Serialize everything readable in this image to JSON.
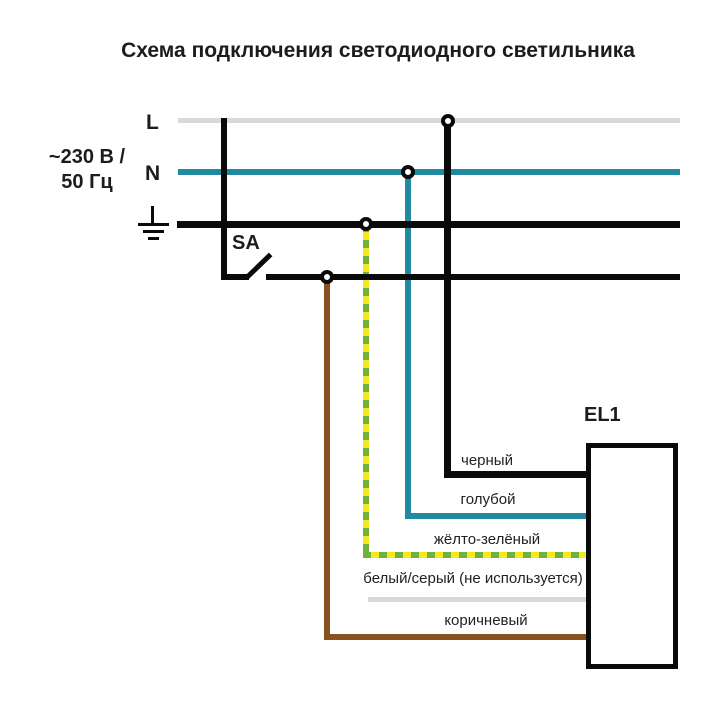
{
  "title": "Схема подключения светодиодного светильника",
  "power_source": {
    "voltage_line1": "~230 В /",
    "voltage_line2": "50 Гц",
    "phase": "L",
    "neutral": "N"
  },
  "switch": {
    "label": "SA"
  },
  "luminaire": {
    "label": "EL1"
  },
  "wire_labels": {
    "black": "черный",
    "blue": "голубой",
    "yellow_green": "жёлто-зелёный",
    "white_gray": "белый/серый (не используется)",
    "brown": "коричневый"
  },
  "colors": {
    "background": "#ffffff",
    "text": "#1c1c1c",
    "black_wire": "#0a0a0a",
    "gray_wire": "#d9d9d9",
    "blue_wire": "#2189a0",
    "yellow_wire": "#f4e81e",
    "green_wire": "#6cb43a",
    "brown_wire": "#8a5120"
  }
}
